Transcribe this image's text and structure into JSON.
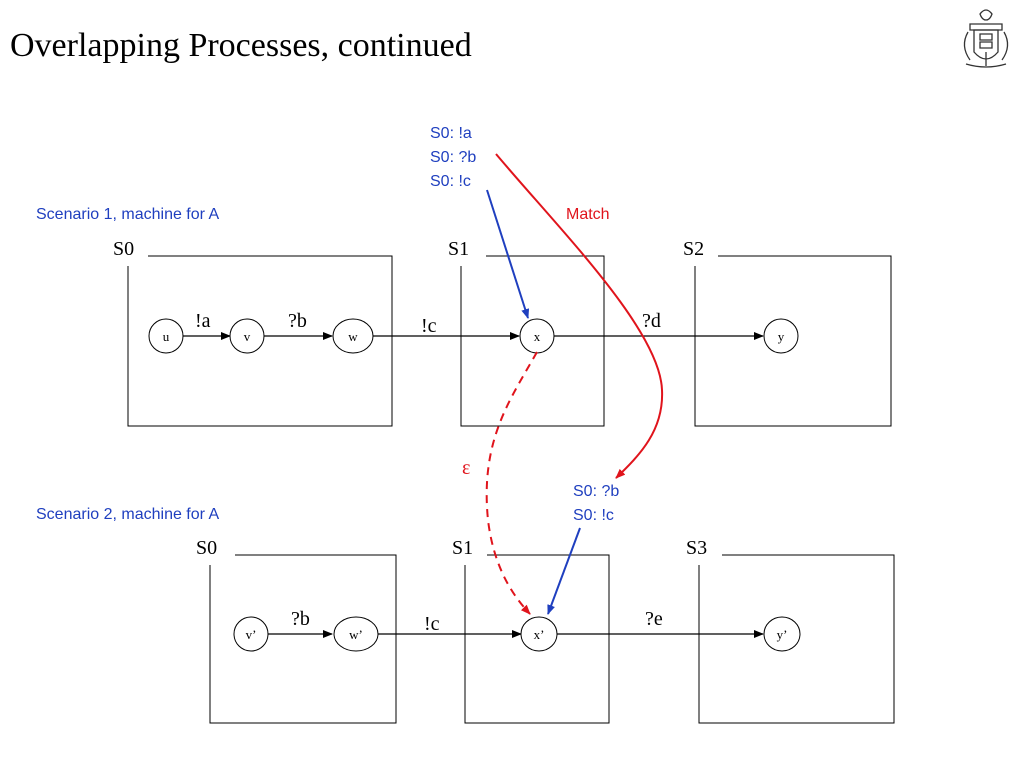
{
  "title": "Overlapping Processes, continued",
  "colors": {
    "blue": "#1f3fbf",
    "red": "#e0141c",
    "black": "#000000"
  },
  "logo": "crest-icon",
  "notes": {
    "top": [
      "S0: !a",
      "S0: ?b",
      "S0: !c"
    ],
    "bottom": [
      "S0: ?b",
      "S0: !c"
    ],
    "match": "Match",
    "epsilon": "ε"
  },
  "scenario1": {
    "label": "Scenario 1, machine for A",
    "states": [
      "S0",
      "S1",
      "S2"
    ],
    "nodes": [
      "u",
      "v",
      "w",
      "x",
      "y"
    ],
    "edges": [
      "!a",
      "?b",
      "!c",
      "?d"
    ]
  },
  "scenario2": {
    "label": "Scenario 2, machine for A",
    "states": [
      "S0",
      "S1",
      "S3"
    ],
    "nodes": [
      "v’",
      "w’",
      "x’",
      "y’"
    ],
    "edges": [
      "?b",
      "!c",
      "?e"
    ]
  }
}
